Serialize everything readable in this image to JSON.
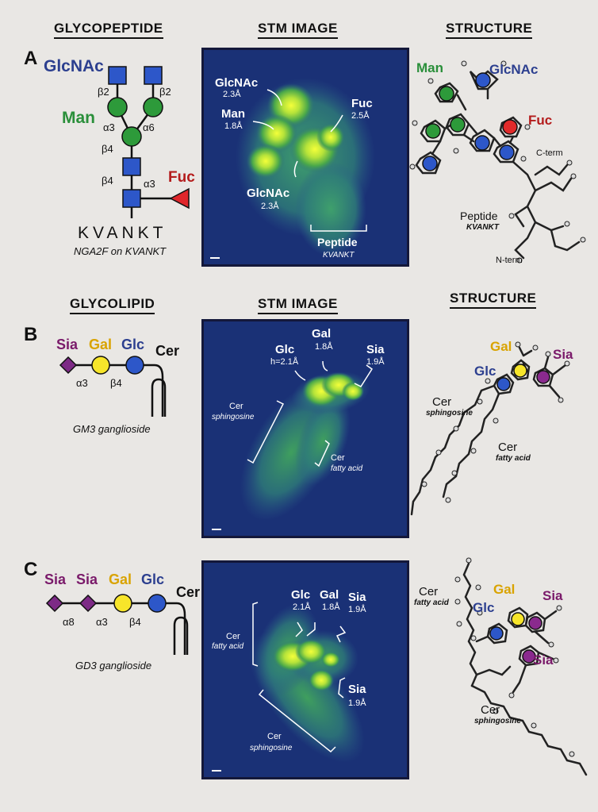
{
  "headers": {
    "glycopeptide": "GLYCOPEPTIDE",
    "stm_image": "STM IMAGE",
    "structure": "STRUCTURE",
    "glycolipid": "GLYCOLIPID"
  },
  "colors": {
    "glcnac": "#2c4a9a",
    "man": "#2a8f3a",
    "fuc": "#b41c1c",
    "gal": "#d9a300",
    "sia": "#7a1a6a",
    "stm_bg": "#1a3176"
  },
  "panel_a": {
    "letter": "A",
    "glycan_labels": {
      "glcnac": "GlcNAc",
      "man": "Man",
      "fuc": "Fuc"
    },
    "linkages": {
      "b2_left": "β2",
      "b2_right": "β2",
      "a3": "α3",
      "a6": "α6",
      "b4_upper": "β4",
      "b4_lower": "β4",
      "a3_fuc": "α3"
    },
    "sequence": "KVANKT",
    "caption": "NGA2F on KVANKT",
    "stm": {
      "glcnac_top": "GlcNAc",
      "glcnac_top_size": "2.3Å",
      "man": "Man",
      "man_size": "1.8Å",
      "fuc": "Fuc",
      "fuc_size": "2.5Å",
      "glcnac_bottom": "GlcNAc",
      "glcnac_bottom_size": "2.3Å",
      "peptide": "Peptide",
      "peptide_seq": "KVANKT"
    },
    "structure": {
      "man": "Man",
      "glcnac": "GlcNAc",
      "fuc": "Fuc",
      "cterm": "C-term",
      "peptide": "Peptide",
      "peptide_seq": "KVANKT",
      "nterm": "N-term"
    }
  },
  "panel_b": {
    "letter": "B",
    "glycan_labels": {
      "sia": "Sia",
      "gal": "Gal",
      "glc": "Glc",
      "cer": "Cer"
    },
    "linkages": {
      "a3": "α3",
      "b4": "β4"
    },
    "caption": "GM3 ganglioside",
    "stm": {
      "glc": "Glc",
      "glc_h": "h=2.1Å",
      "gal": "Gal",
      "gal_size": "1.8Å",
      "sia": "Sia",
      "sia_size": "1.9Å",
      "cer_sph": "Cer",
      "cer_sph_sub": "sphingosine",
      "cer_fa": "Cer",
      "cer_fa_sub": "fatty acid"
    },
    "structure": {
      "gal": "Gal",
      "sia": "Sia",
      "glc": "Glc",
      "cer_sph": "Cer",
      "cer_sph_sub": "sphingosine",
      "cer_fa": "Cer",
      "cer_fa_sub": "fatty acid"
    }
  },
  "panel_c": {
    "letter": "C",
    "glycan_labels": {
      "sia1": "Sia",
      "sia2": "Sia",
      "gal": "Gal",
      "glc": "Glc",
      "cer": "Cer"
    },
    "linkages": {
      "a8": "α8",
      "a3": "α3",
      "b4": "β4"
    },
    "caption": "GD3 ganglioside",
    "stm": {
      "glc": "Glc",
      "glc_size": "2.1Å",
      "gal": "Gal",
      "gal_size": "1.8Å",
      "sia_top": "Sia",
      "sia_top_size": "1.9Å",
      "sia_bottom": "Sia",
      "sia_bottom_size": "1.9Å",
      "cer_fa": "Cer",
      "cer_fa_sub": "fatty acid",
      "cer_sph": "Cer",
      "cer_sph_sub": "sphingosine"
    },
    "structure": {
      "cer_fa": "Cer",
      "cer_fa_sub": "fatty acid",
      "gal": "Gal",
      "glc": "Glc",
      "sia1": "Sia",
      "sia2": "Sia",
      "cer_sph": "Cer",
      "cer_sph_sub": "sphingosine"
    }
  }
}
